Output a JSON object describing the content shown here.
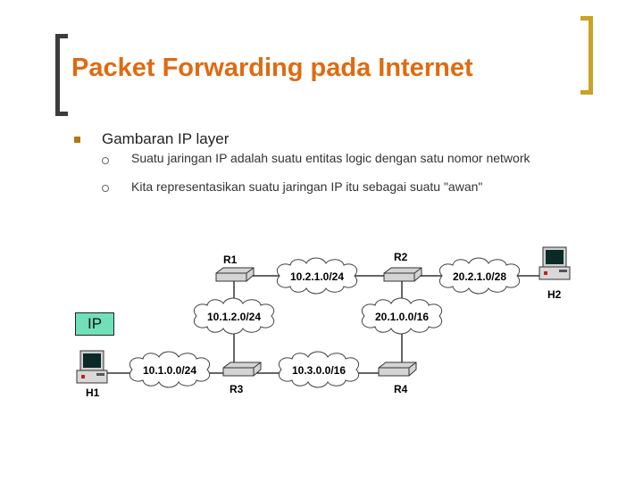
{
  "slide": {
    "title": "Packet Forwarding pada Internet",
    "bullet_l1": "Gambaran IP layer",
    "bullets_l2": [
      "Suatu jaringan IP adalah suatu entitas logic dengan satu nomor network",
      "Kita representasikan suatu jaringan IP itu sebagai suatu \"awan\""
    ]
  },
  "diagram": {
    "routers": [
      "R1",
      "R2",
      "R3",
      "R4"
    ],
    "hosts": [
      "H1",
      "H2"
    ],
    "networks": [
      "10.2.1.0/24",
      "20.2.1.0/28",
      "10.1.2.0/24",
      "20.1.0.0/16",
      "10.1.0.0/24",
      "10.3.0.0/16"
    ],
    "ip_label": "IP"
  },
  "colors": {
    "title": "#e06a10",
    "ip_box": "#6fe0b8",
    "bracket_right": "#c9a227"
  }
}
